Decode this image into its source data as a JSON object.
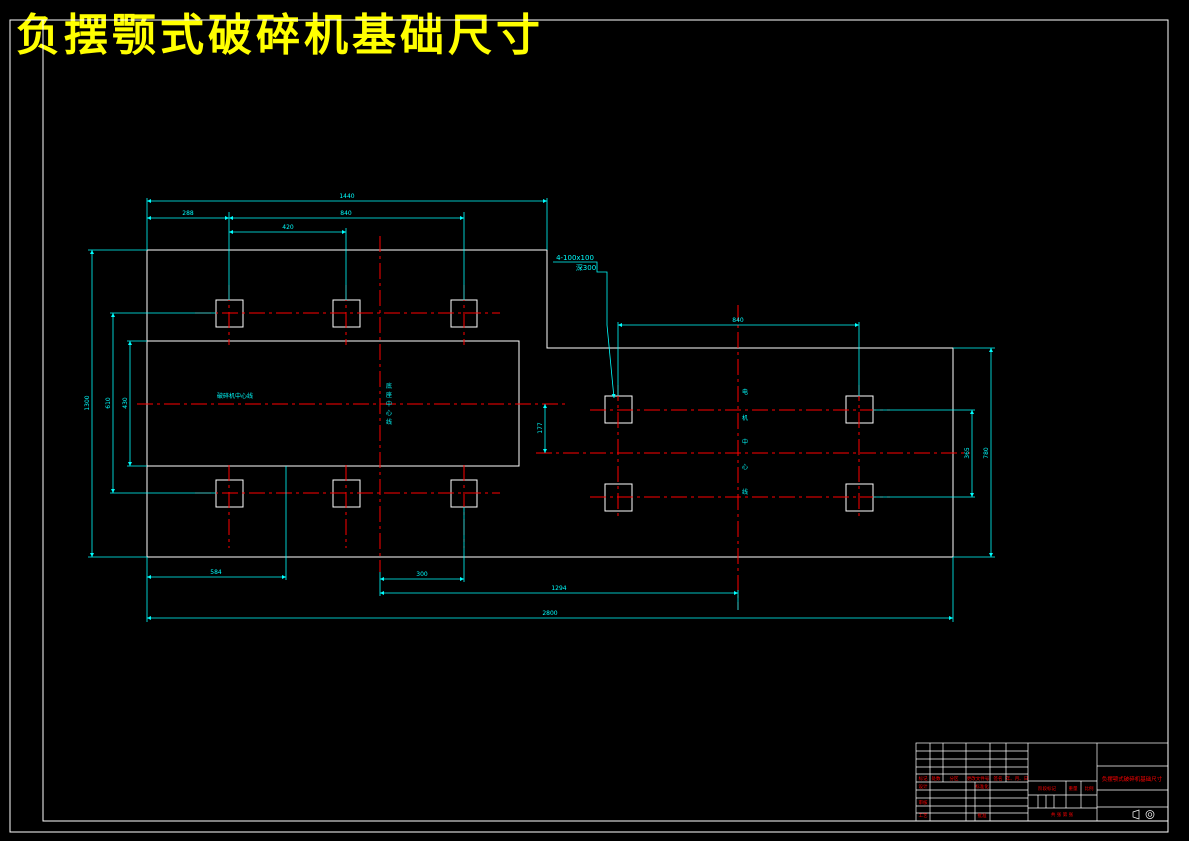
{
  "title": "负摆颚式破碎机基础尺寸",
  "colors": {
    "background": "#000000",
    "outline": "#ffffff",
    "dimension": "#00ffff",
    "centerline": "#ff0000",
    "title": "#ffff00"
  },
  "dimensions": {
    "top_overall": "1440",
    "top_left": "288",
    "top_span": "840",
    "top_inner": "420",
    "right_span": "840",
    "left_outer": "1300",
    "left_middle": "610",
    "left_inner": "430",
    "offset_177": "177",
    "right_inner": "365",
    "right_outer": "780",
    "bottom_left": "584",
    "bottom_mid": "300",
    "bottom_center": "1294",
    "bottom_overall": "2800"
  },
  "callout": {
    "line1": "4-100x100",
    "line2": "深300"
  },
  "labels": {
    "crusher_center": "破碎机中心线",
    "base_center_vertical": [
      "底",
      "座",
      "中",
      "心",
      "线"
    ],
    "motor_center_vertical": [
      "电",
      "机",
      "中",
      "心",
      "线"
    ]
  },
  "title_block": {
    "drawing_name": "负摆颚式破碎机基础尺寸",
    "cells": [
      "标记",
      "处数",
      "分区",
      "更改文件号",
      "签名",
      "年、月、日",
      "设计",
      "标准化",
      "阶段标记",
      "重量",
      "比例",
      "审核",
      "工艺",
      "批准",
      "共 张 第 张"
    ]
  }
}
